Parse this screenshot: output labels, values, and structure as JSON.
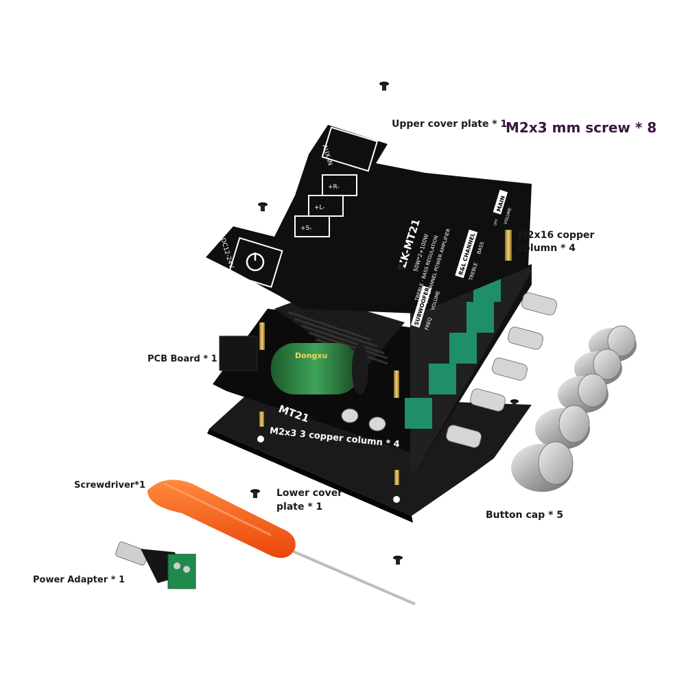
{
  "labels": {
    "upper_cover": "Upper cover plate * 1",
    "screw": "M2x3 mm screw * 8",
    "copper_column_16_line1": "M2x16 copper",
    "copper_column_16_line2": "column * 4",
    "pcb_board": "PCB Board * 1",
    "copper_column_3": "M2x3 3 copper column * 4",
    "screwdriver": "Screwdriver*1",
    "lower_cover_line1": "Lower cover",
    "lower_cover_line2": "plate * 1",
    "button_cap": "Button cap * 5",
    "power_adapter": "Power Adapter * 1"
  },
  "board_print": {
    "model": "ZK-MT21",
    "spec": "50W*2+100W",
    "regulation": "TREBLE · BASS REGULATION",
    "channel": "2.1 CHANNEL POWER AMPLIFIER",
    "aux": "AUX-IN",
    "dc": "DC12-24V",
    "main": "MAIN",
    "off": "OFF",
    "volume": "VOLUME",
    "rl_channel": "R&L CHANNEL",
    "bass": "BASS",
    "treble": "TREBLE",
    "subwoofer": "SUBWOOFER",
    "freq": "FREQ",
    "volume2": "VOLUME",
    "r_plus": "+R-",
    "l_plus": "+L-",
    "s_plus": "+S-"
  },
  "pcb_print": {
    "model": "MT21",
    "capacitor": "Dongxu"
  },
  "colors": {
    "board": "#111111",
    "accent_text": "#3a1540",
    "screwdriver": "#ff5a14",
    "terminal": "#1f8a4c",
    "knob_cap": "#b8b8b8"
  }
}
